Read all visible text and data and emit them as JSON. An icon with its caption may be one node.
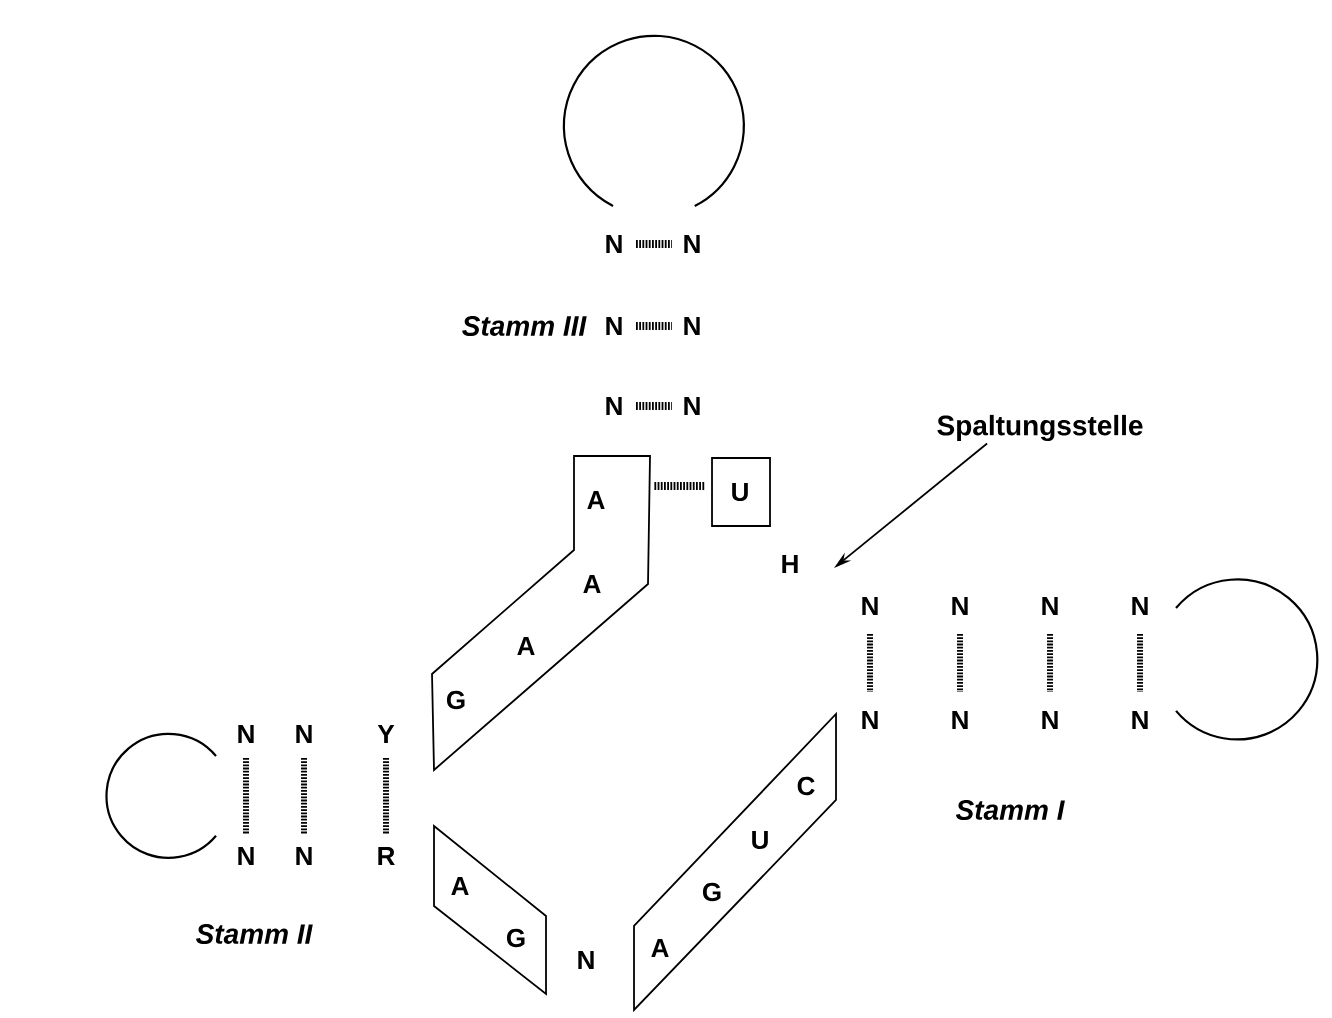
{
  "diagram": {
    "nodes": [
      {
        "text": [
          "Spaltungsstelle"
        ]
      },
      {
        "text": [
          "A",
          "A",
          "A",
          "G"
        ]
      },
      {
        "text": [
          "U"
        ]
      },
      {
        "text": [
          "A",
          "G"
        ]
      },
      {
        "text": [
          "A",
          "G",
          "U",
          "C"
        ]
      }
    ],
    "edges": [
      {
        "from": 0,
        "to": null,
        "arrow": "to"
      },
      {
        "from": 1,
        "to": 2,
        "arrow": "none",
        "style": "dashed"
      }
    ],
    "labels": [
      "N",
      "N",
      "Stamm III",
      "N",
      "N",
      "N",
      "N",
      "H",
      "N",
      "N",
      "N",
      "N",
      "N",
      "N",
      "Y",
      "N",
      "N",
      "N",
      "N",
      "Stamm I",
      "N",
      "N",
      "R",
      "Stamm II",
      "N"
    ]
  }
}
